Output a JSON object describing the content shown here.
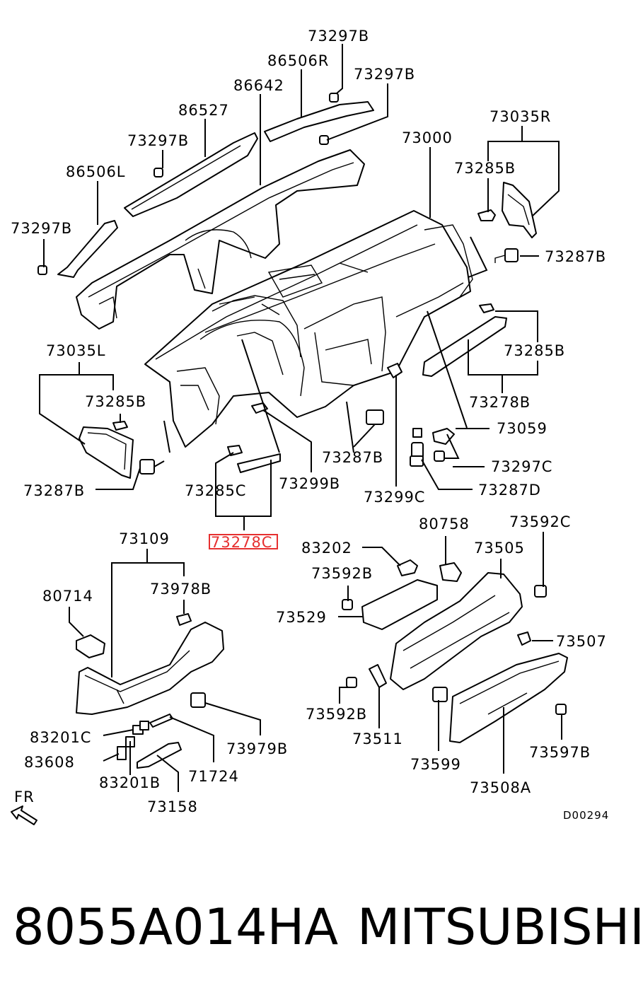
{
  "labels": {
    "l73297b_top": "73297B",
    "l86506r": "86506R",
    "l73297b_2": "73297B",
    "l86642": "86642",
    "l86527": "86527",
    "l73297b_3": "73297B",
    "l73000": "73000",
    "l73035r": "73035R",
    "l86506l": "86506L",
    "l73285b_1": "73285B",
    "l73297b_4": "73297B",
    "l73287b_1": "73287B",
    "l73035l": "73035L",
    "l73285b_2": "73285B",
    "l73285b_3": "73285B",
    "l73278b": "73278B",
    "l73059": "73059",
    "l73287b_2": "73287B",
    "l73297c": "73297C",
    "l73287b_3": "73287B",
    "l73285c": "73285C",
    "l73299b": "73299B",
    "l73299c": "73299C",
    "l73287d": "73287D",
    "l73278c": "73278C",
    "l73109": "73109",
    "l80758": "80758",
    "l73592c": "73592C",
    "l83202": "83202",
    "l73505": "73505",
    "l80714": "80714",
    "l73978b": "73978B",
    "l73592b_1": "73592B",
    "l73529": "73529",
    "l73507": "73507",
    "l73592b_2": "73592B",
    "l73979b": "73979B",
    "l73511": "73511",
    "l83201c": "83201C",
    "l73599": "73599",
    "l73597b": "73597B",
    "l83608": "83608",
    "l71724": "71724",
    "l83201b": "83201B",
    "l73158": "73158",
    "l73508a": "73508A",
    "fr": "FR",
    "code": "D00294"
  },
  "footer": {
    "part_number": "8055A014HA",
    "brand": "MITSUBISHI"
  },
  "colors": {
    "highlight": "#e63030",
    "ink": "#000000"
  }
}
